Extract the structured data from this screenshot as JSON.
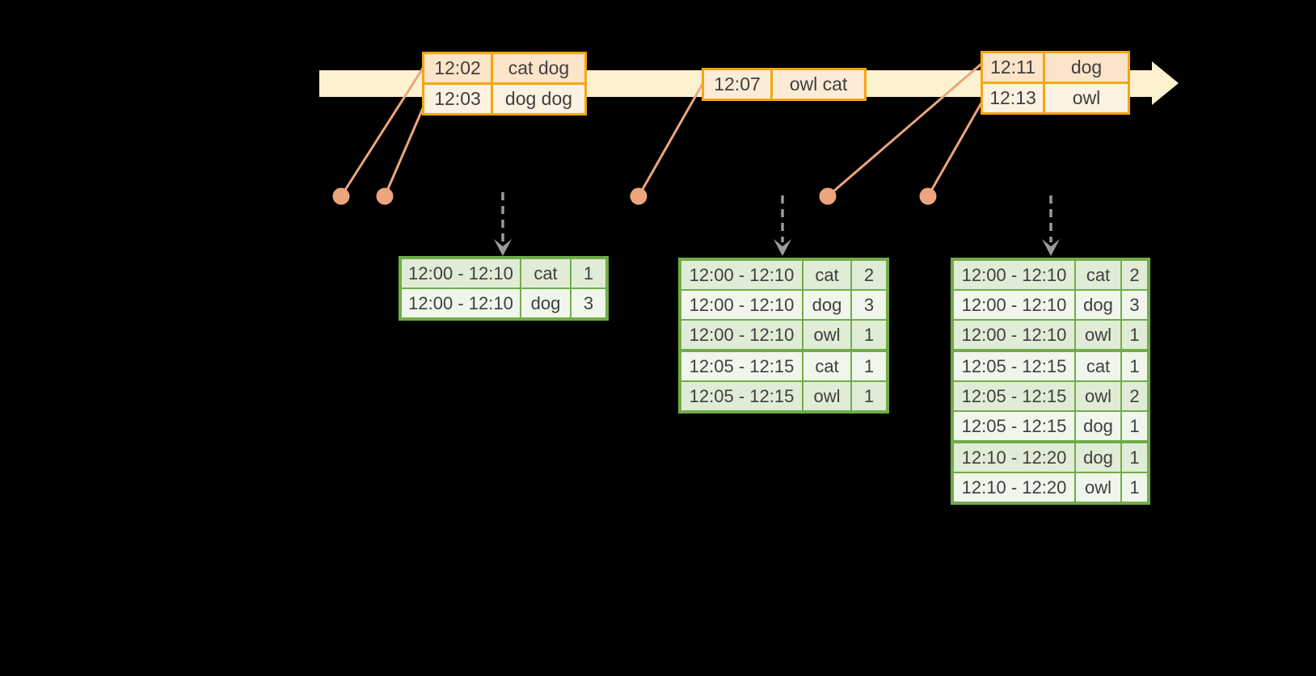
{
  "colors": {
    "background": "#000000",
    "timeline_fill": "#fdf2cf",
    "event_table_border": "#f4a610",
    "event_row_dark": "#fbe4c8",
    "event_row_light": "#fdf2e1",
    "event_row_single": "#fcecd7",
    "connector": "#eda57d",
    "trigger_arrow": "#9a9a9a",
    "result_table_border": "#70ad47",
    "result_row_dark": "#e1ecd6",
    "result_row_light": "#f1f6ec",
    "text": "#3f3f3f"
  },
  "event_tables": [
    {
      "rows": [
        {
          "time": "12:02",
          "words": "cat dog"
        },
        {
          "time": "12:03",
          "words": "dog dog"
        }
      ]
    },
    {
      "rows": [
        {
          "time": "12:07",
          "words": "owl cat"
        }
      ]
    },
    {
      "rows": [
        {
          "time": "12:11",
          "words": "dog"
        },
        {
          "time": "12:13",
          "words": "owl"
        }
      ]
    }
  ],
  "result_tables": [
    {
      "groups": [
        [
          {
            "window": "12:00 - 12:10",
            "word": "cat",
            "count": "1"
          },
          {
            "window": "12:00 - 12:10",
            "word": "dog",
            "count": "3"
          }
        ]
      ]
    },
    {
      "groups": [
        [
          {
            "window": "12:00 - 12:10",
            "word": "cat",
            "count": "2"
          },
          {
            "window": "12:00 - 12:10",
            "word": "dog",
            "count": "3"
          },
          {
            "window": "12:00 - 12:10",
            "word": "owl",
            "count": "1"
          }
        ],
        [
          {
            "window": "12:05 - 12:15",
            "word": "cat",
            "count": "1"
          },
          {
            "window": "12:05 - 12:15",
            "word": "owl",
            "count": "1"
          }
        ]
      ]
    },
    {
      "groups": [
        [
          {
            "window": "12:00 - 12:10",
            "word": "cat",
            "count": "2"
          },
          {
            "window": "12:00 - 12:10",
            "word": "dog",
            "count": "3"
          },
          {
            "window": "12:00 - 12:10",
            "word": "owl",
            "count": "1"
          }
        ],
        [
          {
            "window": "12:05 - 12:15",
            "word": "cat",
            "count": "1"
          },
          {
            "window": "12:05 - 12:15",
            "word": "owl",
            "count": "2"
          },
          {
            "window": "12:05 - 12:15",
            "word": "dog",
            "count": "1"
          }
        ],
        [
          {
            "window": "12:10 - 12:20",
            "word": "dog",
            "count": "1"
          },
          {
            "window": "12:10 - 12:20",
            "word": "owl",
            "count": "1"
          }
        ]
      ]
    }
  ]
}
